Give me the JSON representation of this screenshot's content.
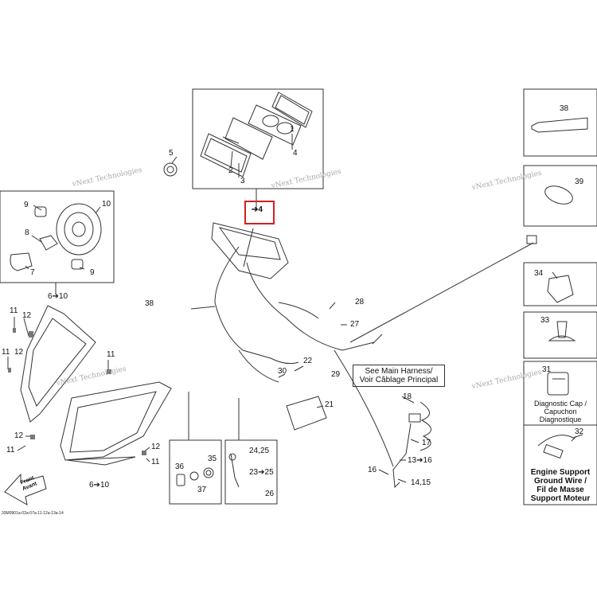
{
  "labels": {
    "c1": "1",
    "c2": "2",
    "c3": "3",
    "c4": "4",
    "c5": "5",
    "c6_10a": "6➔10",
    "c6_10b": "6➔10",
    "c7": "7",
    "c8": "8",
    "c9a": "9",
    "c9b": "9",
    "c10": "10",
    "c11a": "11",
    "c11b": "11",
    "c11c": "11",
    "c11d": "11",
    "c12a": "12",
    "c12b": "12",
    "c12c": "12",
    "c12d": "12",
    "c13_16": "13➔16",
    "c14_15": "14,15",
    "c16": "16",
    "c17": "17",
    "c18": "18",
    "c21": "21",
    "c22": "22",
    "c23_25": "23➔25",
    "c24_25": "24,25",
    "c26": "26",
    "c27": "27",
    "c28": "28",
    "c29": "29",
    "c30": "30",
    "c31": "31",
    "c32": "32",
    "c33": "33",
    "c34": "34",
    "c35": "35",
    "c36": "36",
    "c37": "37",
    "c38a": "38",
    "c38b": "38",
    "c39": "39",
    "ref4": "➔4"
  },
  "notes": {
    "main_harness": "See Main Harness/\nVoir Câblage Principal",
    "diagnostic_cap": "Diagnostic Cap /\nCapuchon\nDiagnostique",
    "engine_support": "Engine Support\nGround Wire /\nFil de Masse\nSupport Moteur",
    "front": "Front\nAvant"
  },
  "watermark": "vNext Technologies",
  "figure_ref": "33M0901a-02a-07a-11-12a-13a-14",
  "colors": {
    "highlight": "#d21f1f",
    "line": "#333333",
    "watermark": "#9a9a9a"
  }
}
